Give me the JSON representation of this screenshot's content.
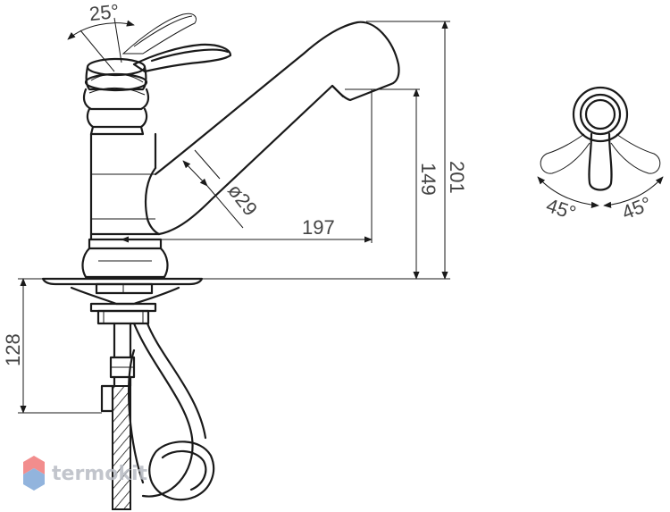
{
  "dimensions": {
    "lever_angle": "25°",
    "spout_diameter": "ø29",
    "spout_reach": "197",
    "spout_height": "149",
    "total_height": "201",
    "hose_depth": "128",
    "rotation_left": "45°",
    "rotation_right": "45°"
  },
  "watermark": {
    "text": "termokit",
    "color_top": "#f07a7a",
    "color_bottom": "#7fa8d8",
    "text_color": "#b8bcc4"
  },
  "colors": {
    "line": "#1a1a1a",
    "dimension_text": "#444444"
  }
}
